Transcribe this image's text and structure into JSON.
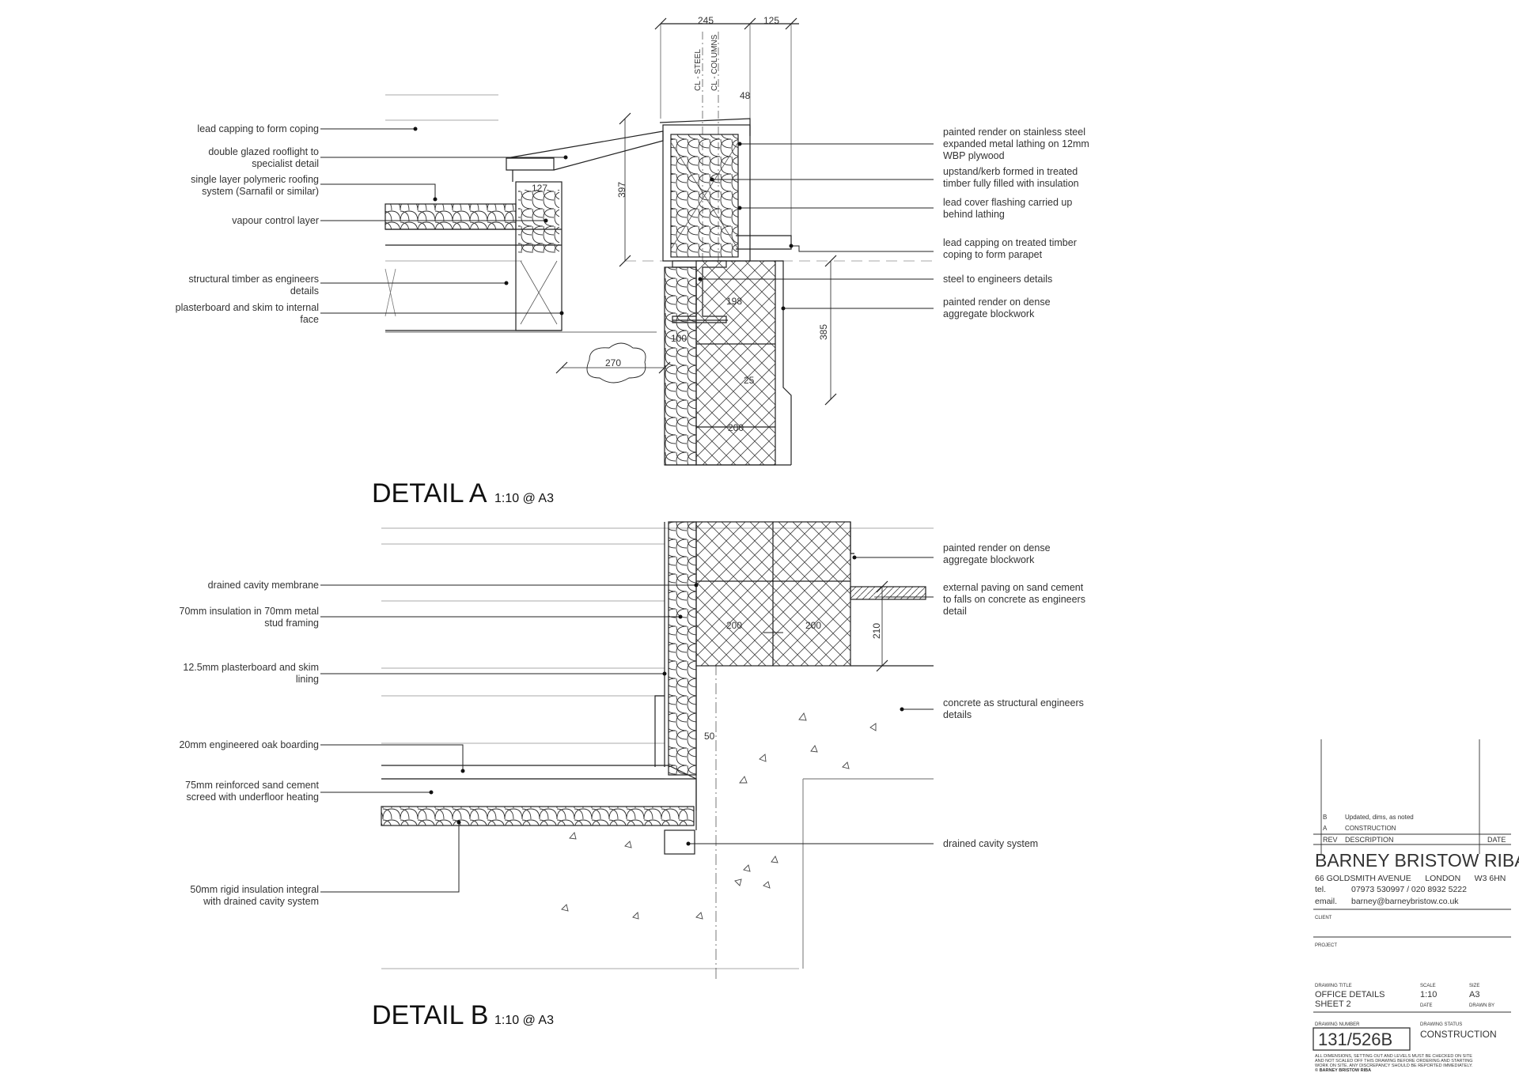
{
  "detail_a": {
    "title": "DETAIL A",
    "scale": "1:10 @ A3",
    "dims": {
      "d245": "245",
      "d125": "125",
      "d48": "48",
      "d397": "397",
      "d127": "127",
      "d198": "198",
      "d100": "100",
      "d270": "270",
      "d25": "25",
      "d200": "200",
      "d385": "385"
    },
    "cl_steel": "CL - STEEL",
    "cl_columns": "CL - COLUMNS",
    "left_labels": [
      [
        "lead capping to form coping"
      ],
      [
        "double glazed rooflight to",
        "specialist detail"
      ],
      [
        "single layer polymeric roofing",
        "system (Sarnafil or similar)"
      ],
      [
        "vapour control layer"
      ],
      [
        "structural timber as engineers",
        "details"
      ],
      [
        "plasterboard and skim to internal",
        "face"
      ]
    ],
    "right_labels": [
      [
        "painted render on stainless steel",
        "expanded metal lathing on 12mm",
        "WBP plywood"
      ],
      [
        "upstand/kerb formed in treated",
        "timber fully filled with insulation"
      ],
      [
        "lead cover flashing carried up",
        "behind lathing"
      ],
      [
        "lead capping on treated timber",
        "coping to form parapet"
      ],
      [
        "steel to engineers details"
      ],
      [
        "painted render on dense",
        "aggregate blockwork"
      ]
    ]
  },
  "detail_b": {
    "title": "DETAIL B",
    "scale": "1:10 @ A3",
    "dims": {
      "d200a": "200",
      "d200b": "200",
      "d210": "210",
      "d50": "50"
    },
    "left_labels": [
      [
        "drained cavity membrane"
      ],
      [
        "70mm insulation in 70mm metal",
        "stud framing"
      ],
      [
        "12.5mm plasterboard and skim",
        "lining"
      ],
      [
        "20mm engineered oak boarding"
      ],
      [
        "75mm reinforced sand cement",
        "screed with underfloor heating"
      ],
      [
        "50mm rigid insulation integral",
        "with drained cavity system"
      ]
    ],
    "right_labels": [
      [
        "painted render on dense",
        "aggregate blockwork"
      ],
      [
        "external paving on sand cement",
        "to falls on concrete as engineers",
        "detail"
      ],
      [
        "concrete as structural engineers",
        "details"
      ],
      [
        "drained cavity system"
      ]
    ]
  },
  "title_block": {
    "rev_b": "B",
    "rev_b_desc": "Updated, dims, as noted",
    "rev_a": "A",
    "rev_a_desc": "CONSTRUCTION",
    "col_rev": "REV",
    "col_desc": "DESCRIPTION",
    "col_date": "DATE",
    "firm": "BARNEY BRISTOW RIBA",
    "address": "66 GOLDSMITH AVENUE      LONDON      W3 6HN",
    "tel_label": "tel.",
    "tel": "07973 530997 / 020 8932 5222",
    "email_label": "email.",
    "email": "barney@barneybristow.co.uk",
    "client_label": "CLIENT",
    "project_label": "PROJECT",
    "drawing_title_label": "DRAWING TITLE",
    "drawing_title_1": "OFFICE DETAILS",
    "drawing_title_2": "SHEET 2",
    "scale_label": "SCALE",
    "scale": "1:10",
    "size_label": "SIZE",
    "size": "A3",
    "date_label": "DATE",
    "drawn_by_label": "DRAWN BY",
    "drawing_number_label": "DRAWING NUMBER",
    "drawing_number": "131/526B",
    "drawing_status_label": "DRAWING STATUS",
    "drawing_status": "CONSTRUCTION",
    "notes": [
      "ALL DIMENSIONS, SETTING OUT AND LEVELS MUST BE CHECKED ON SITE",
      "AND NOT SCALED OFF THIS DRAWING BEFORE ORDERING AND STARTING",
      "WORK ON SITE. ANY DISCREPANCY SHOULD BE REPORTED IMMEDIATELY."
    ],
    "copyright": "© BARNEY BRISTOW RIBA"
  }
}
